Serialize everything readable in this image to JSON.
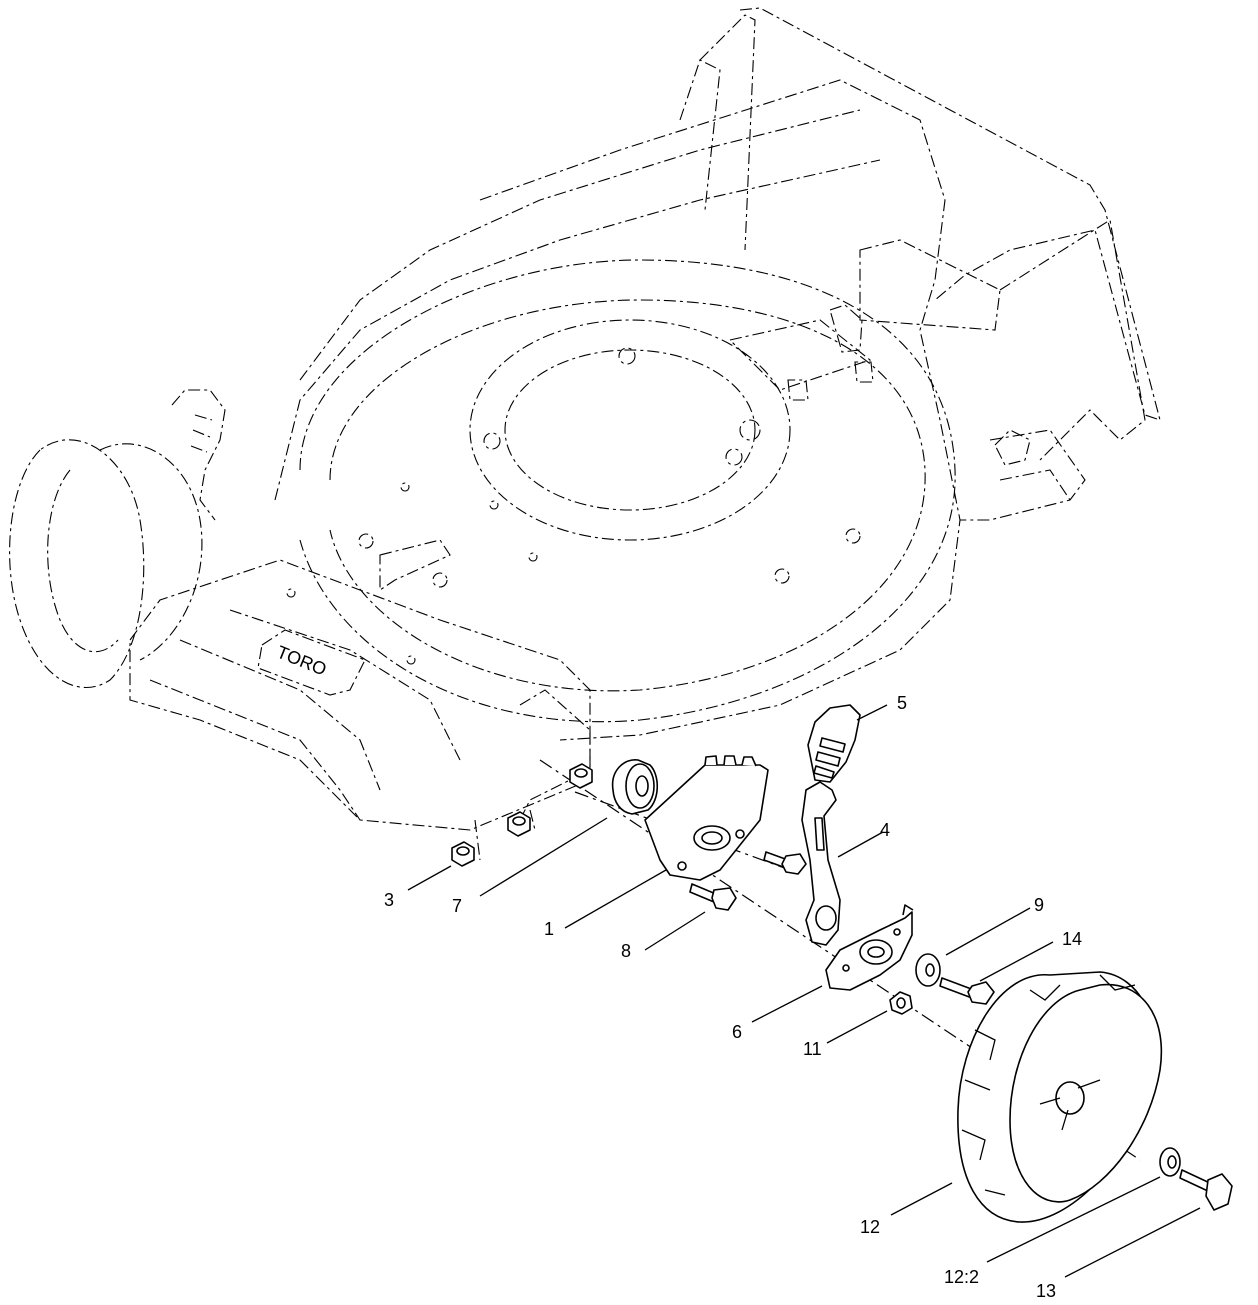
{
  "callouts": [
    {
      "id": "c1",
      "text": "1"
    },
    {
      "id": "c3",
      "text": "3"
    },
    {
      "id": "c4",
      "text": "4"
    },
    {
      "id": "c5",
      "text": "5"
    },
    {
      "id": "c6",
      "text": "6"
    },
    {
      "id": "c7",
      "text": "7"
    },
    {
      "id": "c8",
      "text": "8"
    },
    {
      "id": "c9",
      "text": "9"
    },
    {
      "id": "c11",
      "text": "11"
    },
    {
      "id": "c12",
      "text": "12"
    },
    {
      "id": "c12_2",
      "text": "12:2"
    },
    {
      "id": "c13",
      "text": "13"
    },
    {
      "id": "c14",
      "text": "14"
    }
  ],
  "deck_logo": "TORO"
}
